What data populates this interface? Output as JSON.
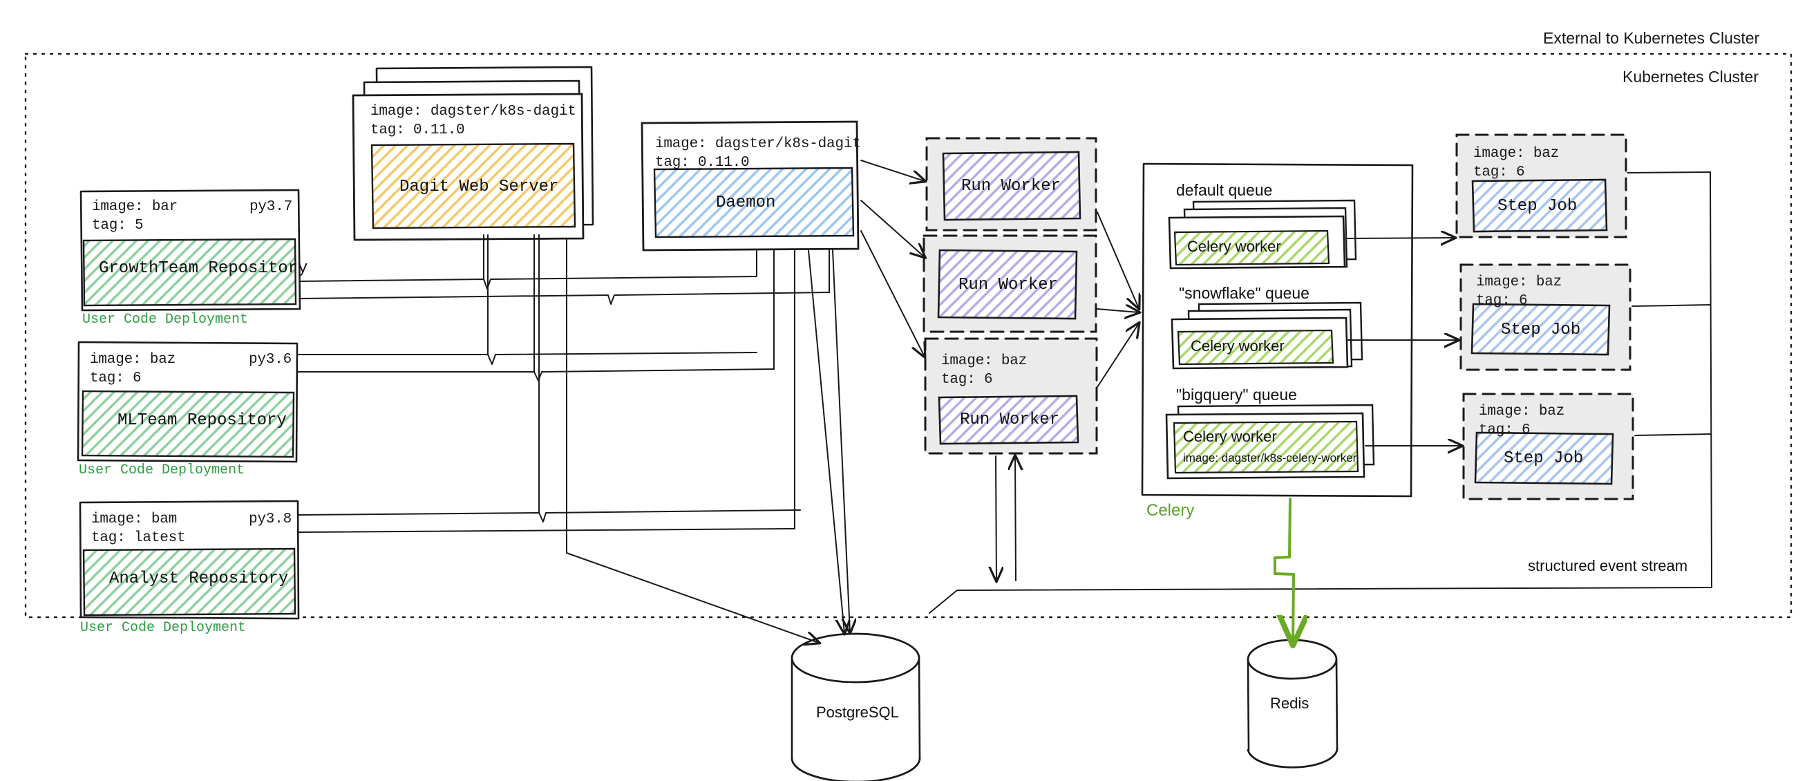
{
  "diagram": {
    "title": "Dagster Kubernetes deployment architecture",
    "boundaries": {
      "external_label": "External to Kubernetes Cluster",
      "cluster_label": "Kubernetes Cluster"
    },
    "colors": {
      "repository_fill": "#8fd19e",
      "dagit_fill": "#f0b429",
      "daemon_fill": "#6aa9e9",
      "run_worker_fill": "#8b84e0",
      "step_job_fill": "#7da6e8",
      "celery_worker_fill": "#8cc63f",
      "user_code_label": "#2f9e44",
      "celery_group_label": "#5aa02c",
      "pod_group_fill": "#ebebeb",
      "stroke": "#1a1a1a"
    },
    "user_code_deployments": [
      {
        "image": "image: bar",
        "python": "py3.7",
        "tag": "tag: 5",
        "node": "GrowthTeam Repository",
        "caption": "User Code Deployment"
      },
      {
        "image": "image: baz",
        "python": "py3.6",
        "tag": "tag: 6",
        "node": "MLTeam Repository",
        "caption": "User Code Deployment"
      },
      {
        "image": "image: bam",
        "python": "py3.8",
        "tag": "tag: latest",
        "node": "Analyst Repository",
        "caption": "User Code Deployment"
      }
    ],
    "dagit": {
      "image": "image: dagster/k8s-dagit",
      "tag": "tag: 0.11.0",
      "node": "Dagit Web Server",
      "stack_count": 3
    },
    "daemon": {
      "image": "image: dagster/k8s-dagit",
      "tag": "tag: 0.11.0",
      "node": "Daemon"
    },
    "run_workers": [
      {
        "node": "Run Worker",
        "image": "",
        "tag": ""
      },
      {
        "node": "Run Worker",
        "image": "",
        "tag": ""
      },
      {
        "node": "Run Worker",
        "image": "image: baz",
        "tag": "tag: 6"
      }
    ],
    "celery": {
      "group_label": "Celery",
      "queues": [
        {
          "title": "default queue",
          "worker": "Celery worker",
          "worker_image": "",
          "stack_count": 3
        },
        {
          "title": "\"snowflake\" queue",
          "worker": "Celery worker",
          "worker_image": "",
          "stack_count": 3
        },
        {
          "title": "\"bigquery\" queue",
          "worker": "Celery worker",
          "worker_image": "image: dagster/k8s-celery-worker",
          "stack_count": 2
        }
      ]
    },
    "step_jobs": [
      {
        "image": "image: baz",
        "tag": "tag: 6",
        "node": "Step Job"
      },
      {
        "image": "image: baz",
        "tag": "tag: 6",
        "node": "Step Job"
      },
      {
        "image": "image: baz",
        "tag": "tag: 6",
        "node": "Step Job"
      }
    ],
    "annotations": {
      "structured_event_stream": "structured event stream"
    },
    "databases": [
      {
        "name": "PostgreSQL"
      },
      {
        "name": "Redis"
      }
    ]
  }
}
